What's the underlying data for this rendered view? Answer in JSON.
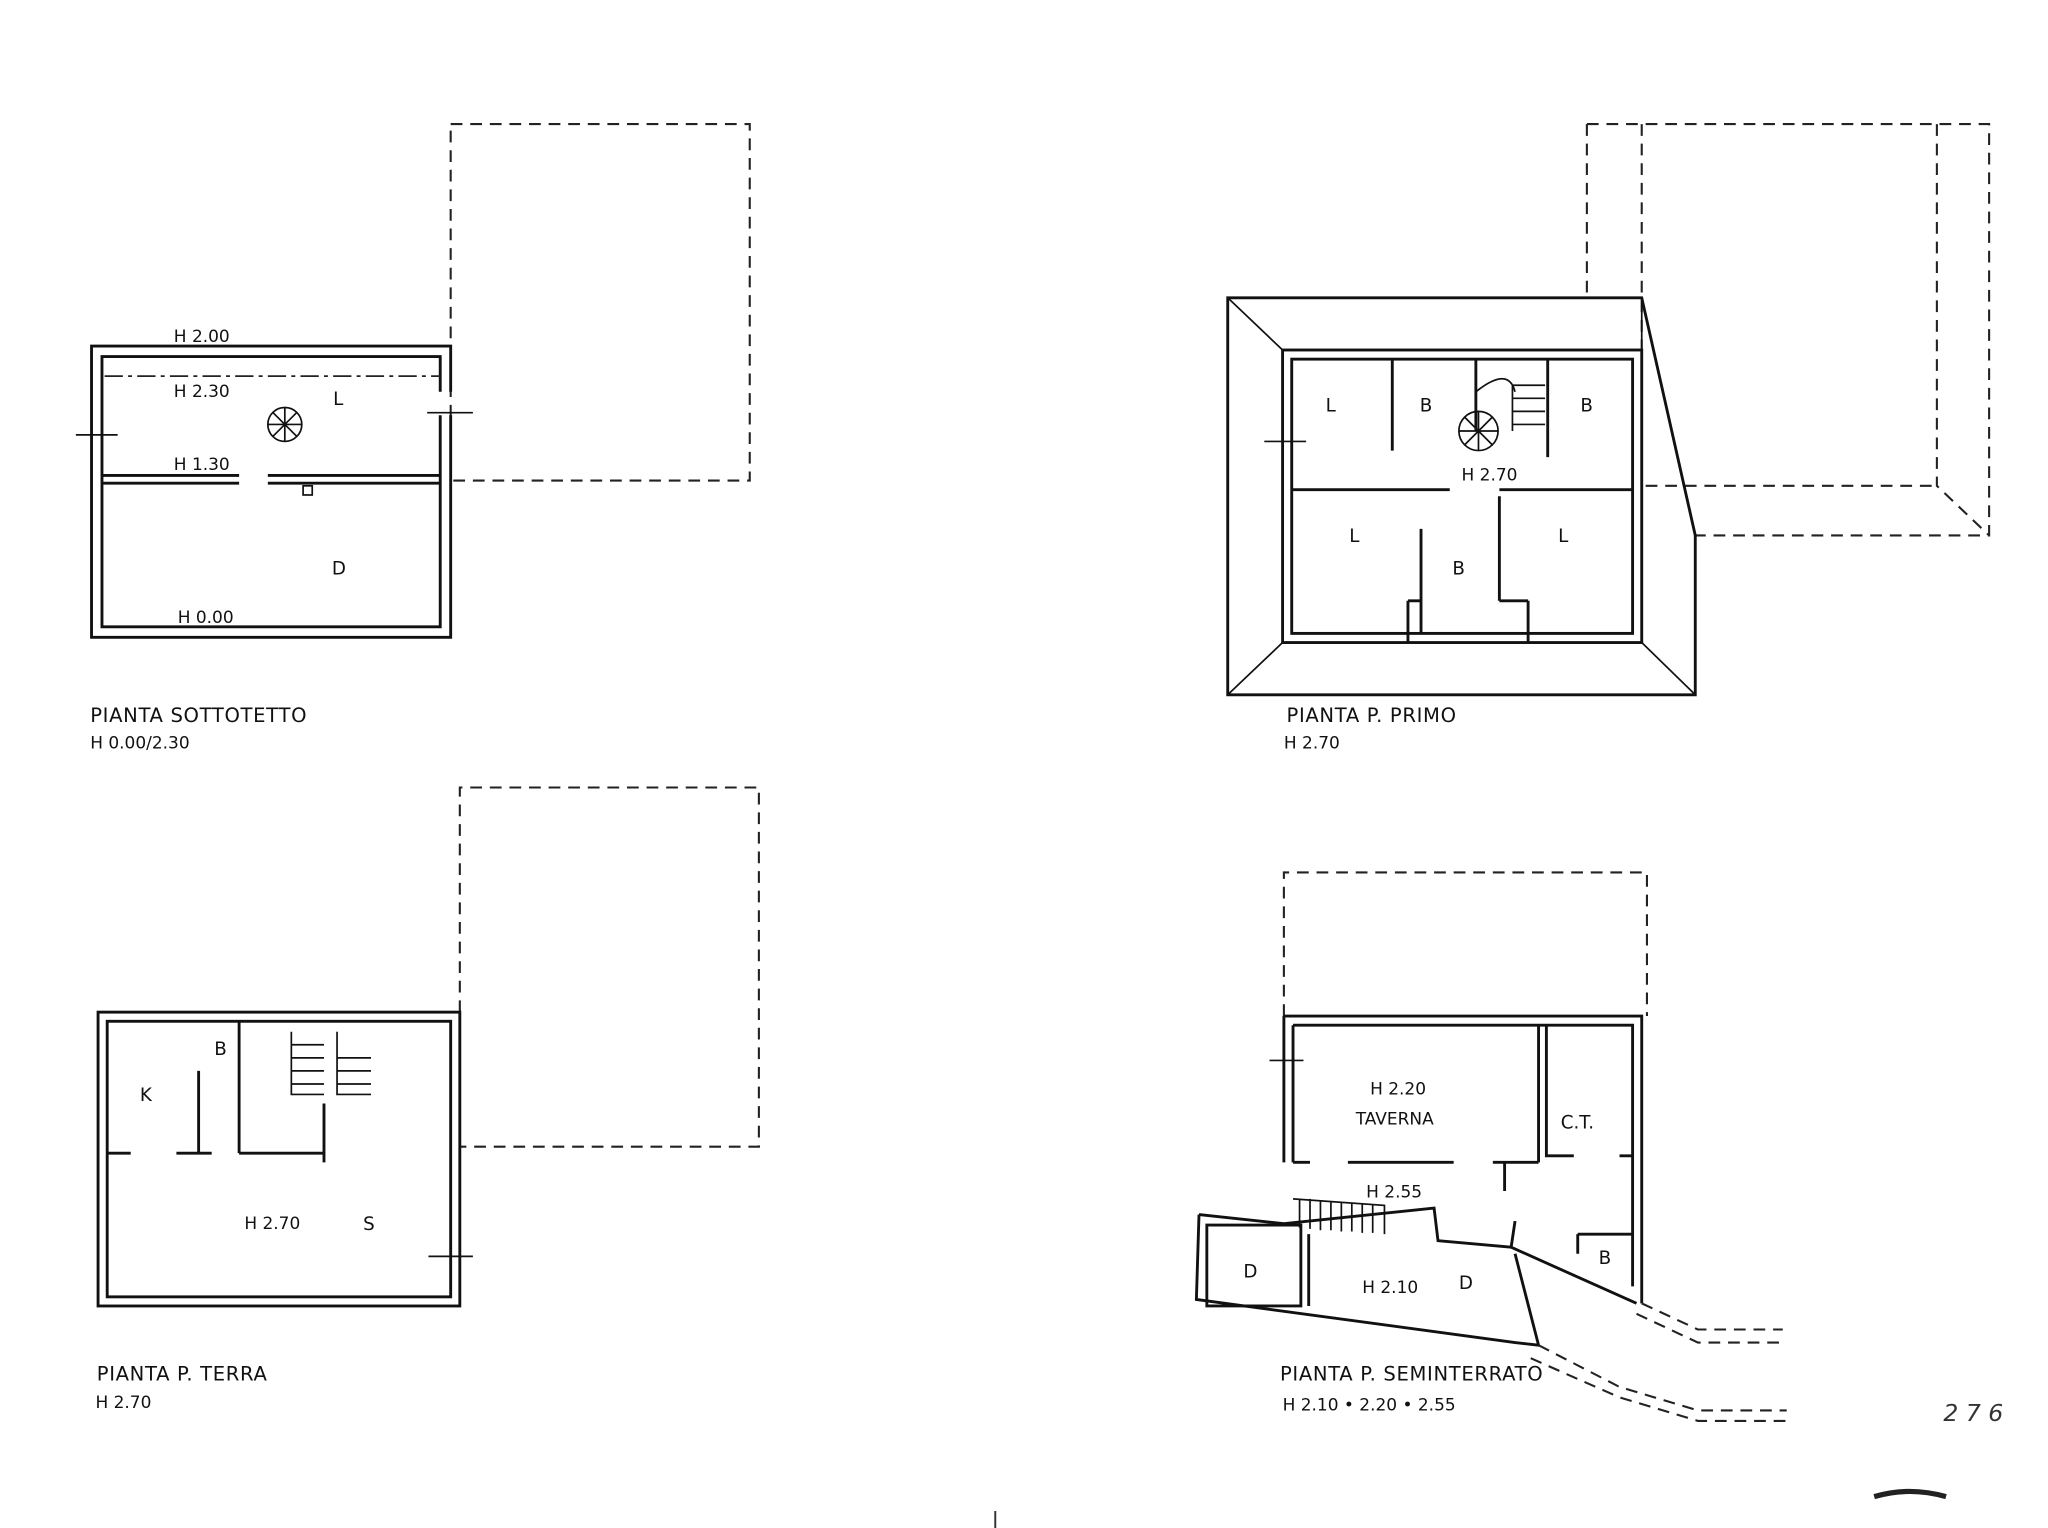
{
  "plans": {
    "sottotetto": {
      "title": "PIANTA  SOTTOTETTO",
      "height": "H 0.00/2.30",
      "labels": {
        "h_top": "H 2.00",
        "h_ridge": "H 2.30",
        "h_mid": "H 1.30",
        "h_bottom": "H 0.00",
        "room_l": "L",
        "room_d": "D"
      }
    },
    "primo": {
      "title": "PIANTA  P. PRIMO",
      "height": "H 2.70",
      "labels": {
        "room_l1": "L",
        "room_b1": "B",
        "room_b2": "B",
        "h_hall": "H 2.70",
        "room_l2": "L",
        "room_b3": "B",
        "room_l3": "L"
      }
    },
    "terra": {
      "title": "PIANTA   P. TERRA",
      "height": "H 2.70",
      "labels": {
        "room_k": "K",
        "room_b": "B",
        "h_main": "H 2.70",
        "room_s": "S"
      }
    },
    "seminterrato": {
      "title": "PIANTA  P. SEMINTERRATO",
      "height": "H 2.10 • 2.20 • 2.55",
      "labels": {
        "h_taverna": "H 2.20",
        "taverna": "TAVERNA",
        "ct": "C.T.",
        "h_corr": "H 2.55",
        "room_d1": "D",
        "h_store": "H 2.10",
        "room_d2": "D",
        "room_b": "B"
      }
    }
  },
  "page_number": "2 7 6"
}
